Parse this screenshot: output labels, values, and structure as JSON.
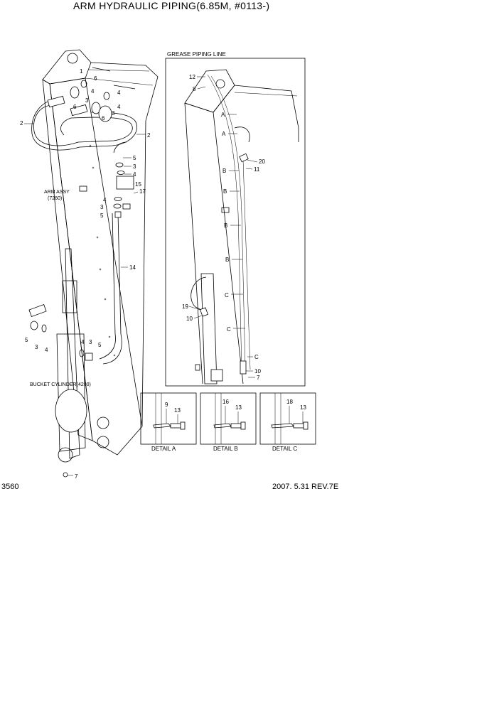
{
  "title": "ARM HYDRAULIC PIPING(6.85M, #0113-)",
  "footer": {
    "page_number": "3560",
    "revision": "2007. 5.31  REV.7E"
  },
  "grease_box": {
    "heading": "GREASE PIPING LINE"
  },
  "labels": {
    "arm_assy": "ARM ASSY",
    "arm_assy_no": "(7260)",
    "bucket_cyl": "BUCKET CYLINDER(4200)"
  },
  "details": [
    {
      "caption": "DETAIL A",
      "part_a": "9",
      "part_b": "13"
    },
    {
      "caption": "DETAIL B",
      "part_a": "16",
      "part_b": "13"
    },
    {
      "caption": "DETAIL C",
      "part_a": "18",
      "part_b": "13"
    }
  ],
  "callouts": {
    "c1": "1",
    "c2": "2",
    "c3": "3",
    "c4": "4",
    "c5": "5",
    "c6": "6",
    "c7": "7",
    "c8": "8",
    "c10": "10",
    "c11": "11",
    "c12": "12",
    "c14": "14",
    "c15": "15",
    "c17": "17",
    "c19": "19",
    "c20": "20",
    "cA": "A",
    "cB": "B",
    "cC": "C"
  }
}
